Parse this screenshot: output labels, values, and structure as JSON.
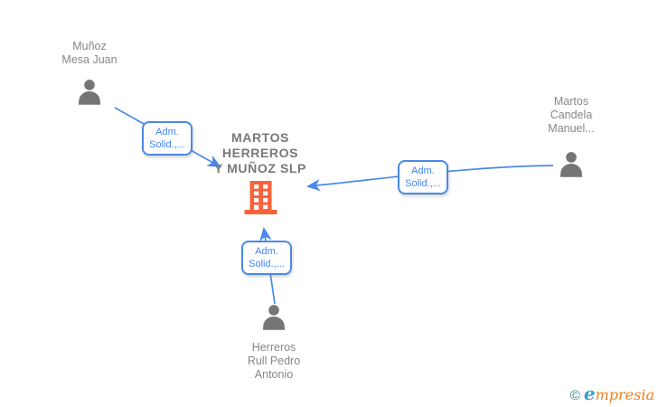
{
  "diagram": {
    "company": {
      "name_lines": [
        "MARTOS",
        "HERREROS",
        "Y MUÑOZ SLP"
      ],
      "icon": "building-icon",
      "icon_color": "#f9623a"
    },
    "persons": [
      {
        "name_lines": [
          "Muñoz",
          "Mesa Juan",
          ""
        ]
      },
      {
        "name_lines": [
          "Martos",
          "Candela",
          "Manuel..."
        ]
      },
      {
        "name_lines": [
          "Herreros",
          "Rull Pedro",
          "Antonio"
        ]
      }
    ],
    "edges": [
      {
        "from": "Muñoz Mesa Juan",
        "to": "MARTOS HERREROS Y MUÑOZ SLP",
        "label_line1": "Adm.",
        "label_line2": "Solid.,..."
      },
      {
        "from": "Martos Candela Manuel...",
        "to": "MARTOS HERREROS Y MUÑOZ SLP",
        "label_line1": "Adm.",
        "label_line2": "Solid.,..."
      },
      {
        "from": "Herreros Rull Pedro Antonio",
        "to": "MARTOS HERREROS Y MUÑOZ SLP",
        "label_line1": "Adm.",
        "label_line2": "Solid.,..."
      }
    ],
    "colors": {
      "edge": "#4a89e8",
      "edge_label_text": "#4285f4",
      "edge_label_border": "#4a89e8",
      "person_icon": "#757575",
      "person_text": "#878787",
      "company_text": "#787878",
      "building": "#f9623a"
    }
  },
  "footer": {
    "copyright_symbol": "©",
    "brand_first_letter": "e",
    "brand_rest": "mpresia"
  }
}
